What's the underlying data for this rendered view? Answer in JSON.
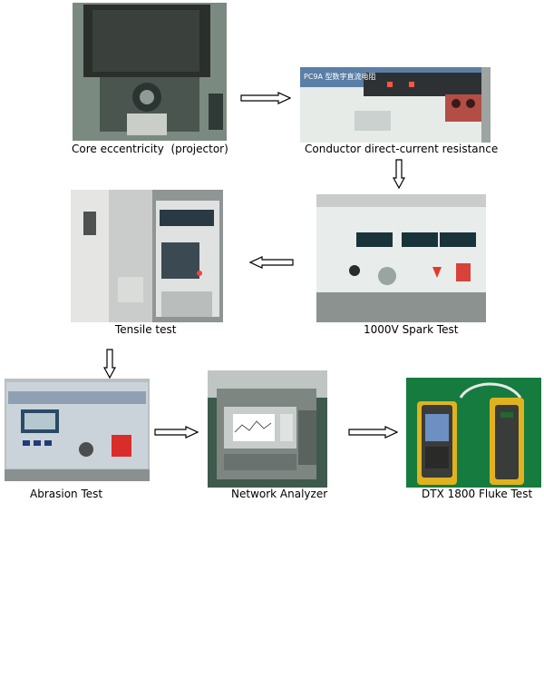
{
  "steps": {
    "core": {
      "caption": "Core eccentricity  (projector)",
      "icon": "projector-photo"
    },
    "resistance": {
      "caption": "Conductor direct-current resistance",
      "icon": "resistance-meter-photo",
      "panel_text": "PC9A 型数字直流电阻"
    },
    "spark": {
      "caption": "1000V Spark Test",
      "icon": "spark-tester-photo"
    },
    "tensile": {
      "caption": "Tensile test",
      "icon": "tensile-tester-photo"
    },
    "abrasion": {
      "caption": "Abrasion Test",
      "icon": "abrasion-tester-photo"
    },
    "network": {
      "caption": "Network Analyzer",
      "icon": "network-analyzer-photo"
    },
    "fluke": {
      "caption": "DTX 1800 Fluke Test",
      "icon": "fluke-tester-photo"
    }
  },
  "arrows": [
    "right",
    "down",
    "left",
    "down",
    "right",
    "right"
  ]
}
